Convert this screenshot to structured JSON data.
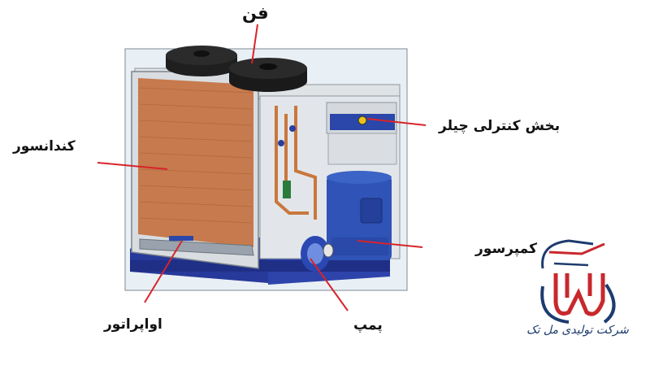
{
  "labels": {
    "fan": "فن",
    "control_section": "بخش کنترلی چیلر",
    "condenser": "کندانسور",
    "compressor": "کمپرسور",
    "evaporator": "اواپراتور",
    "pump": "پمپ"
  },
  "brand": {
    "name": "شرکت تولیدی مل تک",
    "colors": {
      "navy": "#1d3b6e",
      "red": "#c8282d"
    }
  },
  "colors": {
    "leader_line": "#d8232a",
    "frame_bg": "#e9f0f5",
    "coil": "#c97a4a",
    "base": "#2b3f9e",
    "compressor": "#2a50b8"
  }
}
